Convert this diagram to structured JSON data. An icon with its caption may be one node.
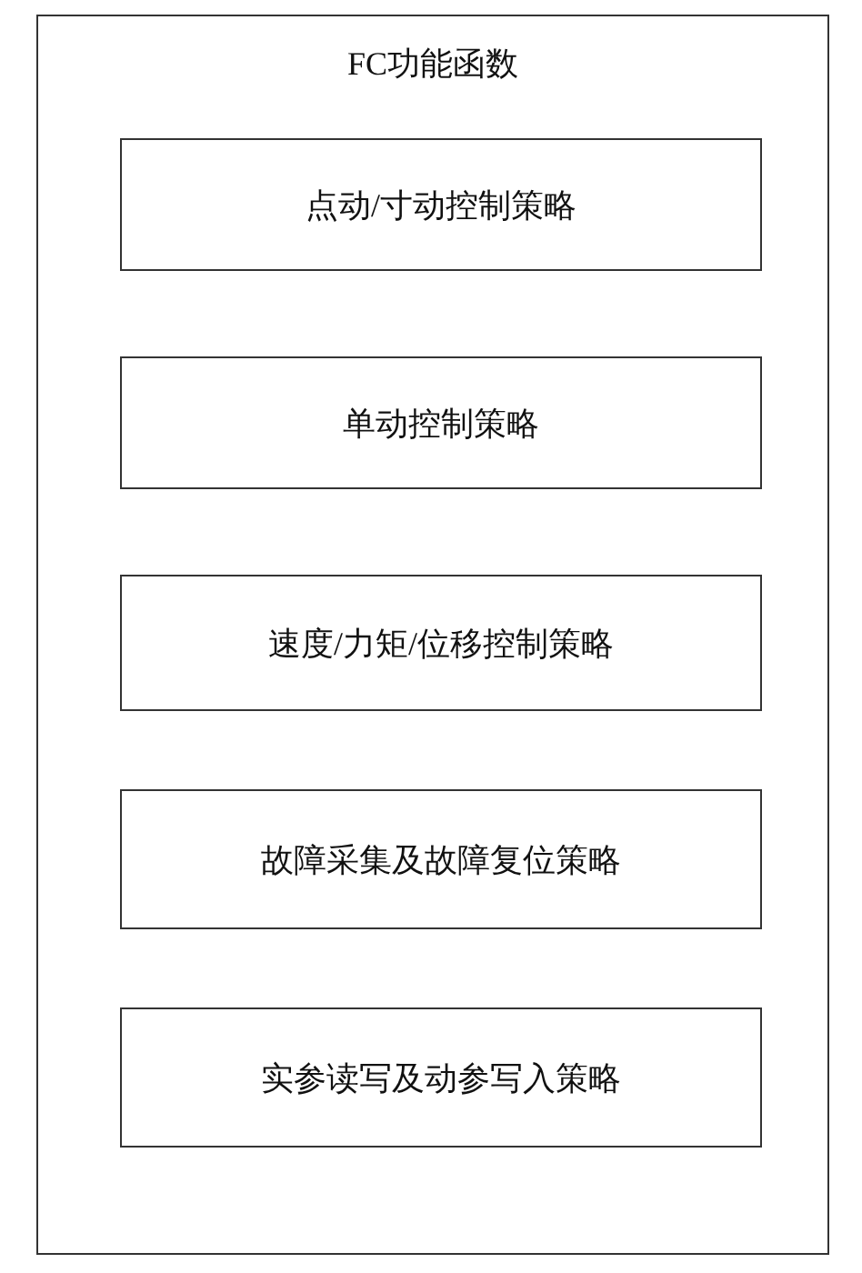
{
  "diagram": {
    "nodes": [
      {
        "text": [
          "FC功能函数"
        ]
      },
      {
        "text": [
          "点动/寸动控制策略"
        ],
        "in": 0
      },
      {
        "text": [
          "单动控制策略"
        ],
        "in": 0
      },
      {
        "text": [
          "速度/力矩/位移控制策略"
        ],
        "in": 0
      },
      {
        "text": [
          "故障采集及故障复位策略"
        ],
        "in": 0
      },
      {
        "text": [
          "实参读写及动参写入策略"
        ],
        "in": 0
      }
    ]
  }
}
